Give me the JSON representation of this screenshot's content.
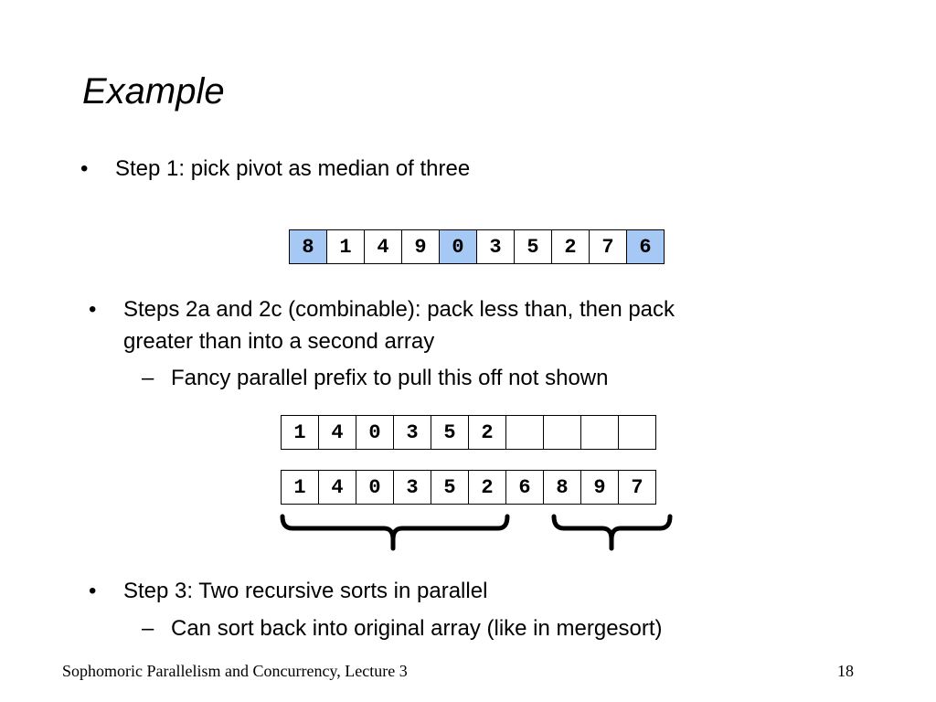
{
  "slide": {
    "title": "Example",
    "bullets": [
      {
        "marker": "•",
        "text": "Step 1: pick pivot as median of three"
      },
      {
        "marker": "•",
        "text_line1": "Steps 2a and 2c (combinable): pack less than, then pack",
        "text_line2": "greater than into a second array"
      },
      {
        "marker": "•",
        "text": "Step 3: Two recursive sorts in parallel"
      }
    ],
    "subbullets": [
      {
        "marker": "–",
        "text": "Fancy parallel prefix to pull this off not shown"
      },
      {
        "marker": "–",
        "text": "Can sort back into original array (like in mergesort)"
      }
    ],
    "arrays": {
      "original": {
        "values": [
          "8",
          "1",
          "4",
          "9",
          "0",
          "3",
          "5",
          "2",
          "7",
          "6"
        ],
        "highlighted_indices": [
          0,
          4,
          9
        ],
        "highlight_color": "#a6c8f4"
      },
      "packed_less": {
        "values": [
          "1",
          "4",
          "0",
          "3",
          "5",
          "2",
          "",
          "",
          "",
          ""
        ]
      },
      "packed_full": {
        "values": [
          "1",
          "4",
          "0",
          "3",
          "5",
          "2",
          "6",
          "8",
          "9",
          "7"
        ]
      }
    },
    "braces": [
      {
        "spans": "left partition (less than pivot)"
      },
      {
        "spans": "right partition (greater than pivot)"
      }
    ]
  },
  "footer": {
    "left": "Sophomoric Parallelism and Concurrency, Lecture 3",
    "page": "18"
  }
}
